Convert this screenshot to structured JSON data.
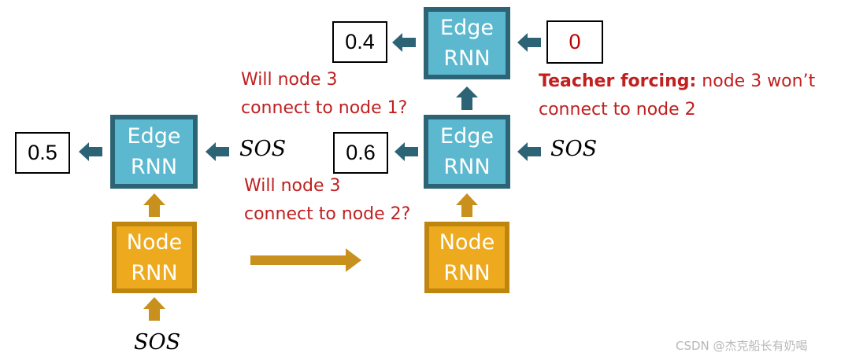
{
  "left": {
    "output_value": "0.5",
    "edge_rnn": [
      "Edge",
      "RNN"
    ],
    "node_rnn": [
      "Node",
      "RNN"
    ],
    "edge_input": "SOS",
    "node_input": "SOS"
  },
  "right": {
    "lower": {
      "output_value": "0.6",
      "edge_rnn": [
        "Edge",
        "RNN"
      ],
      "edge_input": "SOS",
      "question": [
        "Will node 3",
        "connect to node 2?"
      ]
    },
    "upper": {
      "output_value": "0.4",
      "edge_rnn": [
        "Edge",
        "RNN"
      ],
      "teacher_value": "0",
      "question": [
        "Will node 3",
        "connect to node 1?"
      ]
    },
    "node_rnn": [
      "Node",
      "RNN"
    ],
    "teacher_forcing": {
      "label": "Teacher forcing:",
      "text_line1": " node 3 won’t",
      "text_line2": "connect to node 2"
    }
  },
  "watermark": "CSDN @杰克船长有奶喝",
  "colors": {
    "edge_fill": "#5cb8cf",
    "edge_border": "#2c6475",
    "node_fill": "#eeaa1f",
    "node_border": "#bf860f",
    "question_text": "#c02020",
    "arrow_orange": "#c8901c"
  }
}
